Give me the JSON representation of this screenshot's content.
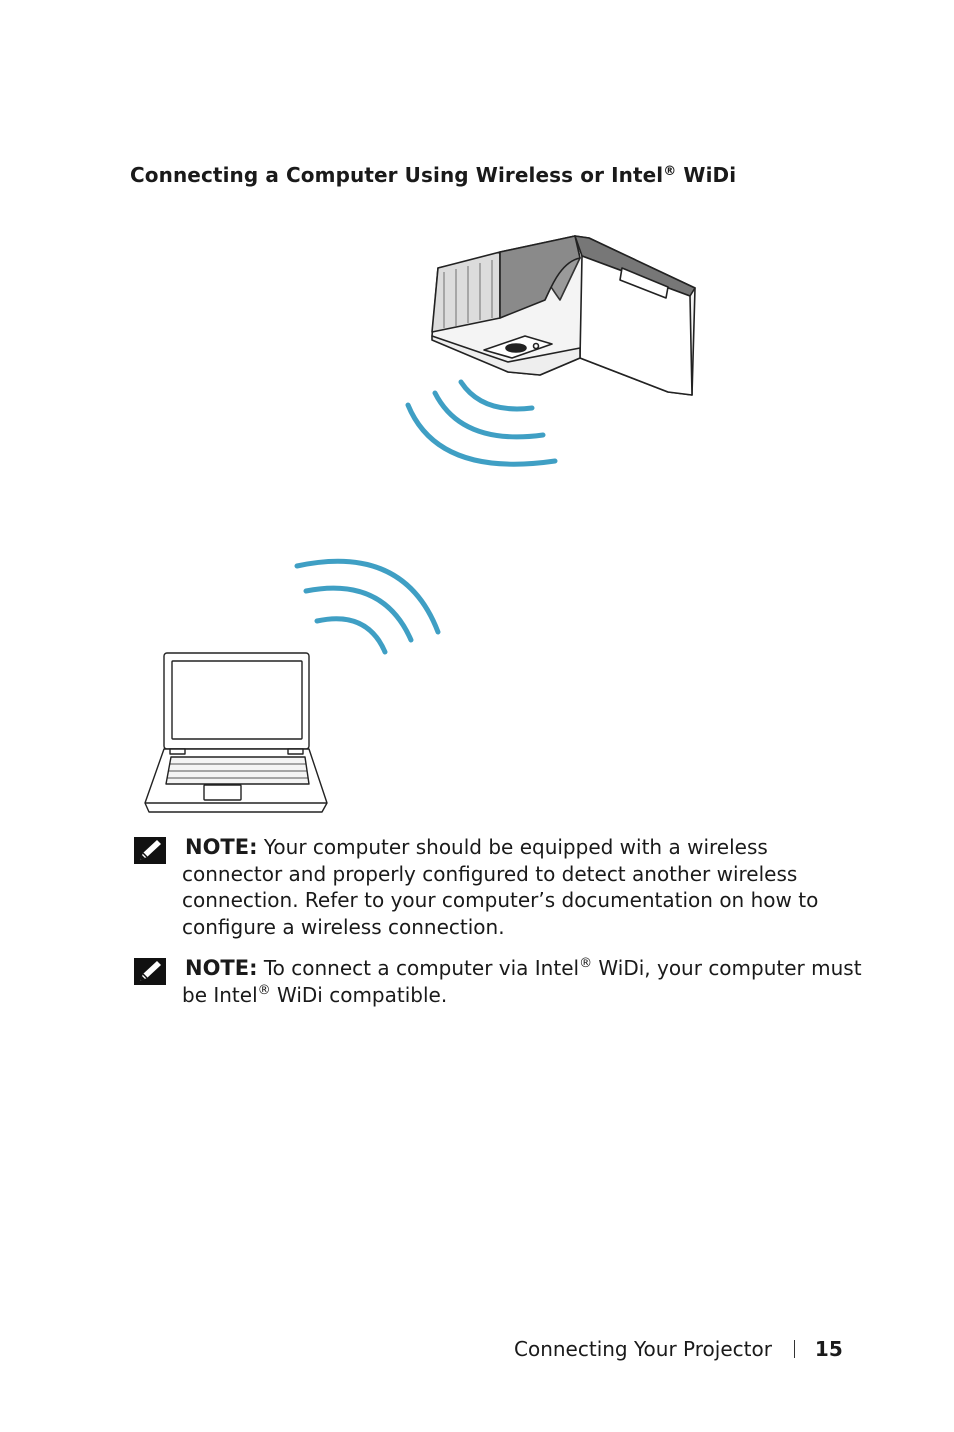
{
  "heading": {
    "text": "Connecting a Computer Using Wireless or Intel",
    "reg": "®",
    "tail": " WiDi"
  },
  "notes": [
    {
      "label": "NOTE:",
      "text": " Your computer should be equipped with a wireless connector and properly configured to detect another wireless connection. Refer to your computer’s documentation on how to configure a wireless connection."
    },
    {
      "label": "NOTE:",
      "part1": " To connect a computer via Intel",
      "reg1": "®",
      "part2": " WiDi, your computer must be Intel",
      "reg2": "®",
      "part3": " WiDi compatible."
    }
  ],
  "footer": {
    "section": "Connecting Your Projector",
    "page": "15"
  },
  "icons": {
    "note": "pencil-note-icon",
    "projector": "projector-illustration",
    "laptop": "laptop-illustration",
    "wireless": "wireless-signal-icon"
  },
  "colors": {
    "wireless": "#3f9fc4"
  }
}
